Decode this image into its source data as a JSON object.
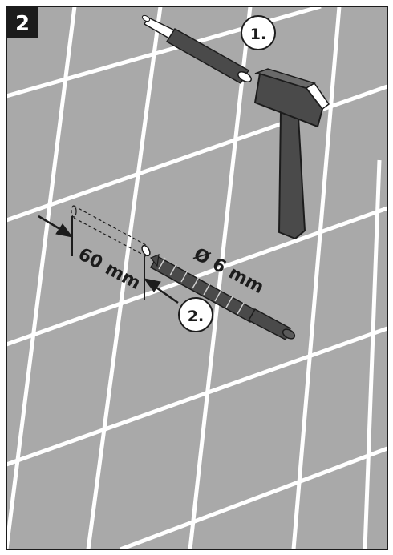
{
  "figure": {
    "step_number": "2",
    "step_1_label": "1.",
    "step_2_label": "2.",
    "depth_label": "60 mm",
    "diameter_label": "Ø 6 mm"
  },
  "icons": {
    "tool_1": "hammer-icon",
    "tool_2": "center-punch-icon",
    "tool_3": "drill-bit-icon"
  },
  "colors": {
    "wall": "#a9a9a9",
    "grout": "#ffffff",
    "tool": "#4a4a4a",
    "ink": "#1c1c1c"
  }
}
